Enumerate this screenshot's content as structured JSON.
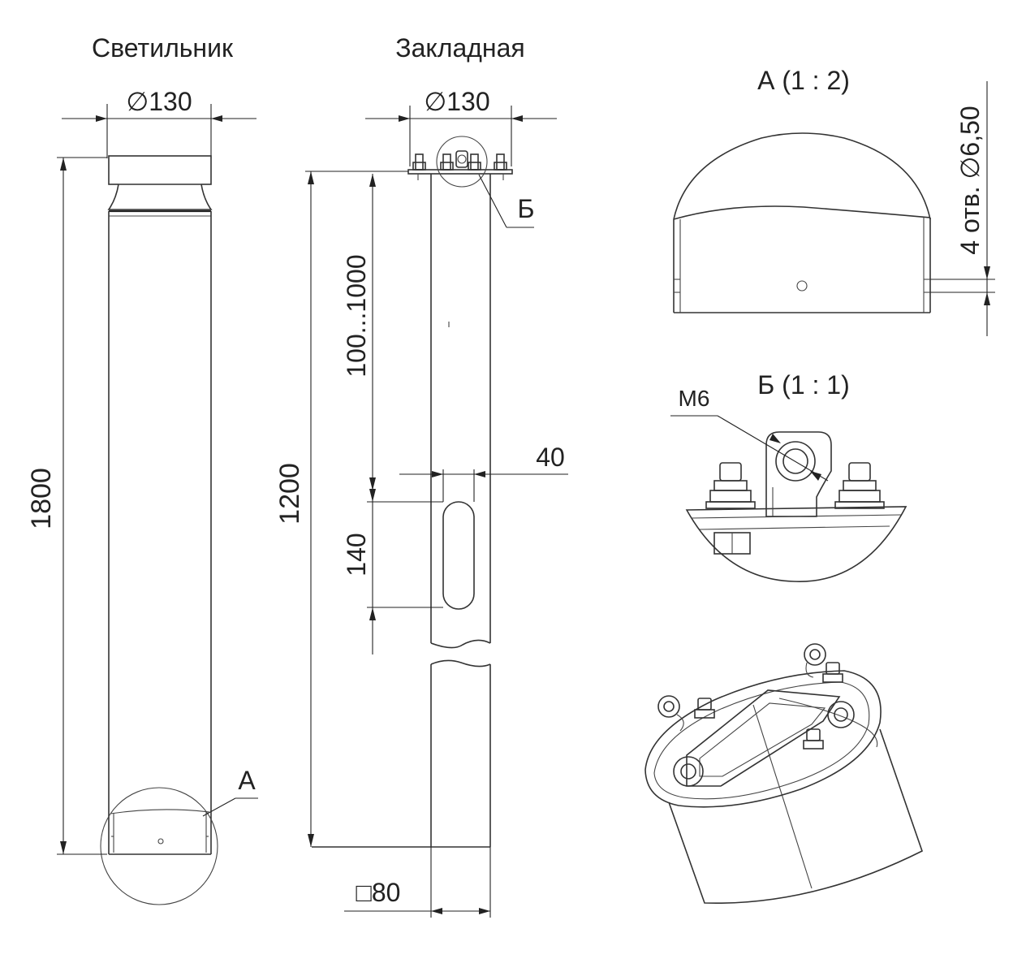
{
  "views": {
    "lamp": {
      "title": "Светильник"
    },
    "embed": {
      "title": "Закладная"
    },
    "detail_a": {
      "title": "А (1 : 2)"
    },
    "detail_b": {
      "title": "Б (1 : 1)"
    }
  },
  "dimensions": {
    "lamp_diameter": "∅130",
    "lamp_height": "1800",
    "embed_diameter": "∅130",
    "embed_height": "1200",
    "embed_range": "100...1000",
    "slot_height": "140",
    "slot_width": "40",
    "embed_section": "□80",
    "holes": "4 отв. ∅6,50",
    "thread": "M6"
  },
  "callouts": {
    "a": "А",
    "b": "Б"
  }
}
